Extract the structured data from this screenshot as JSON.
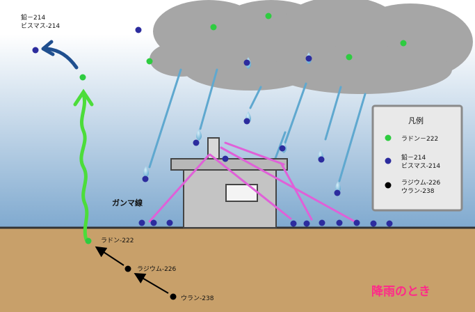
{
  "top_left_label": {
    "line1": "鉛－214",
    "line2": "ビスマス-214"
  },
  "gamma_label": "ガンマ線",
  "ground_labels": {
    "radon": "ラドン-222",
    "radium": "ラジウム-226",
    "uranium": "ウラン-238"
  },
  "caption": "降雨のとき",
  "legend": {
    "title": "凡例",
    "items": [
      {
        "lines": [
          "ラドン－222"
        ],
        "color": "#2ecc40"
      },
      {
        "lines": [
          "鉛－214",
          "ビスマス-214"
        ],
        "color": "#2c2c9e"
      },
      {
        "lines": [
          "ラジウム-226",
          "ウラン-238"
        ],
        "color": "#000000"
      }
    ]
  },
  "colors": {
    "sky_top": "#7fa9cf",
    "sky_bottom": "#ffffff",
    "cloud": "#a6a6a6",
    "ground": "#c8a06a",
    "radon_green": "#2ecc40",
    "lead_blue": "#2c2c9e",
    "rain": "#5fa8cf",
    "gamma": "#e060d8",
    "caption": "#ff2a8a",
    "building": "#c4c4c4",
    "arrow_blue": "#1f4f8f"
  }
}
